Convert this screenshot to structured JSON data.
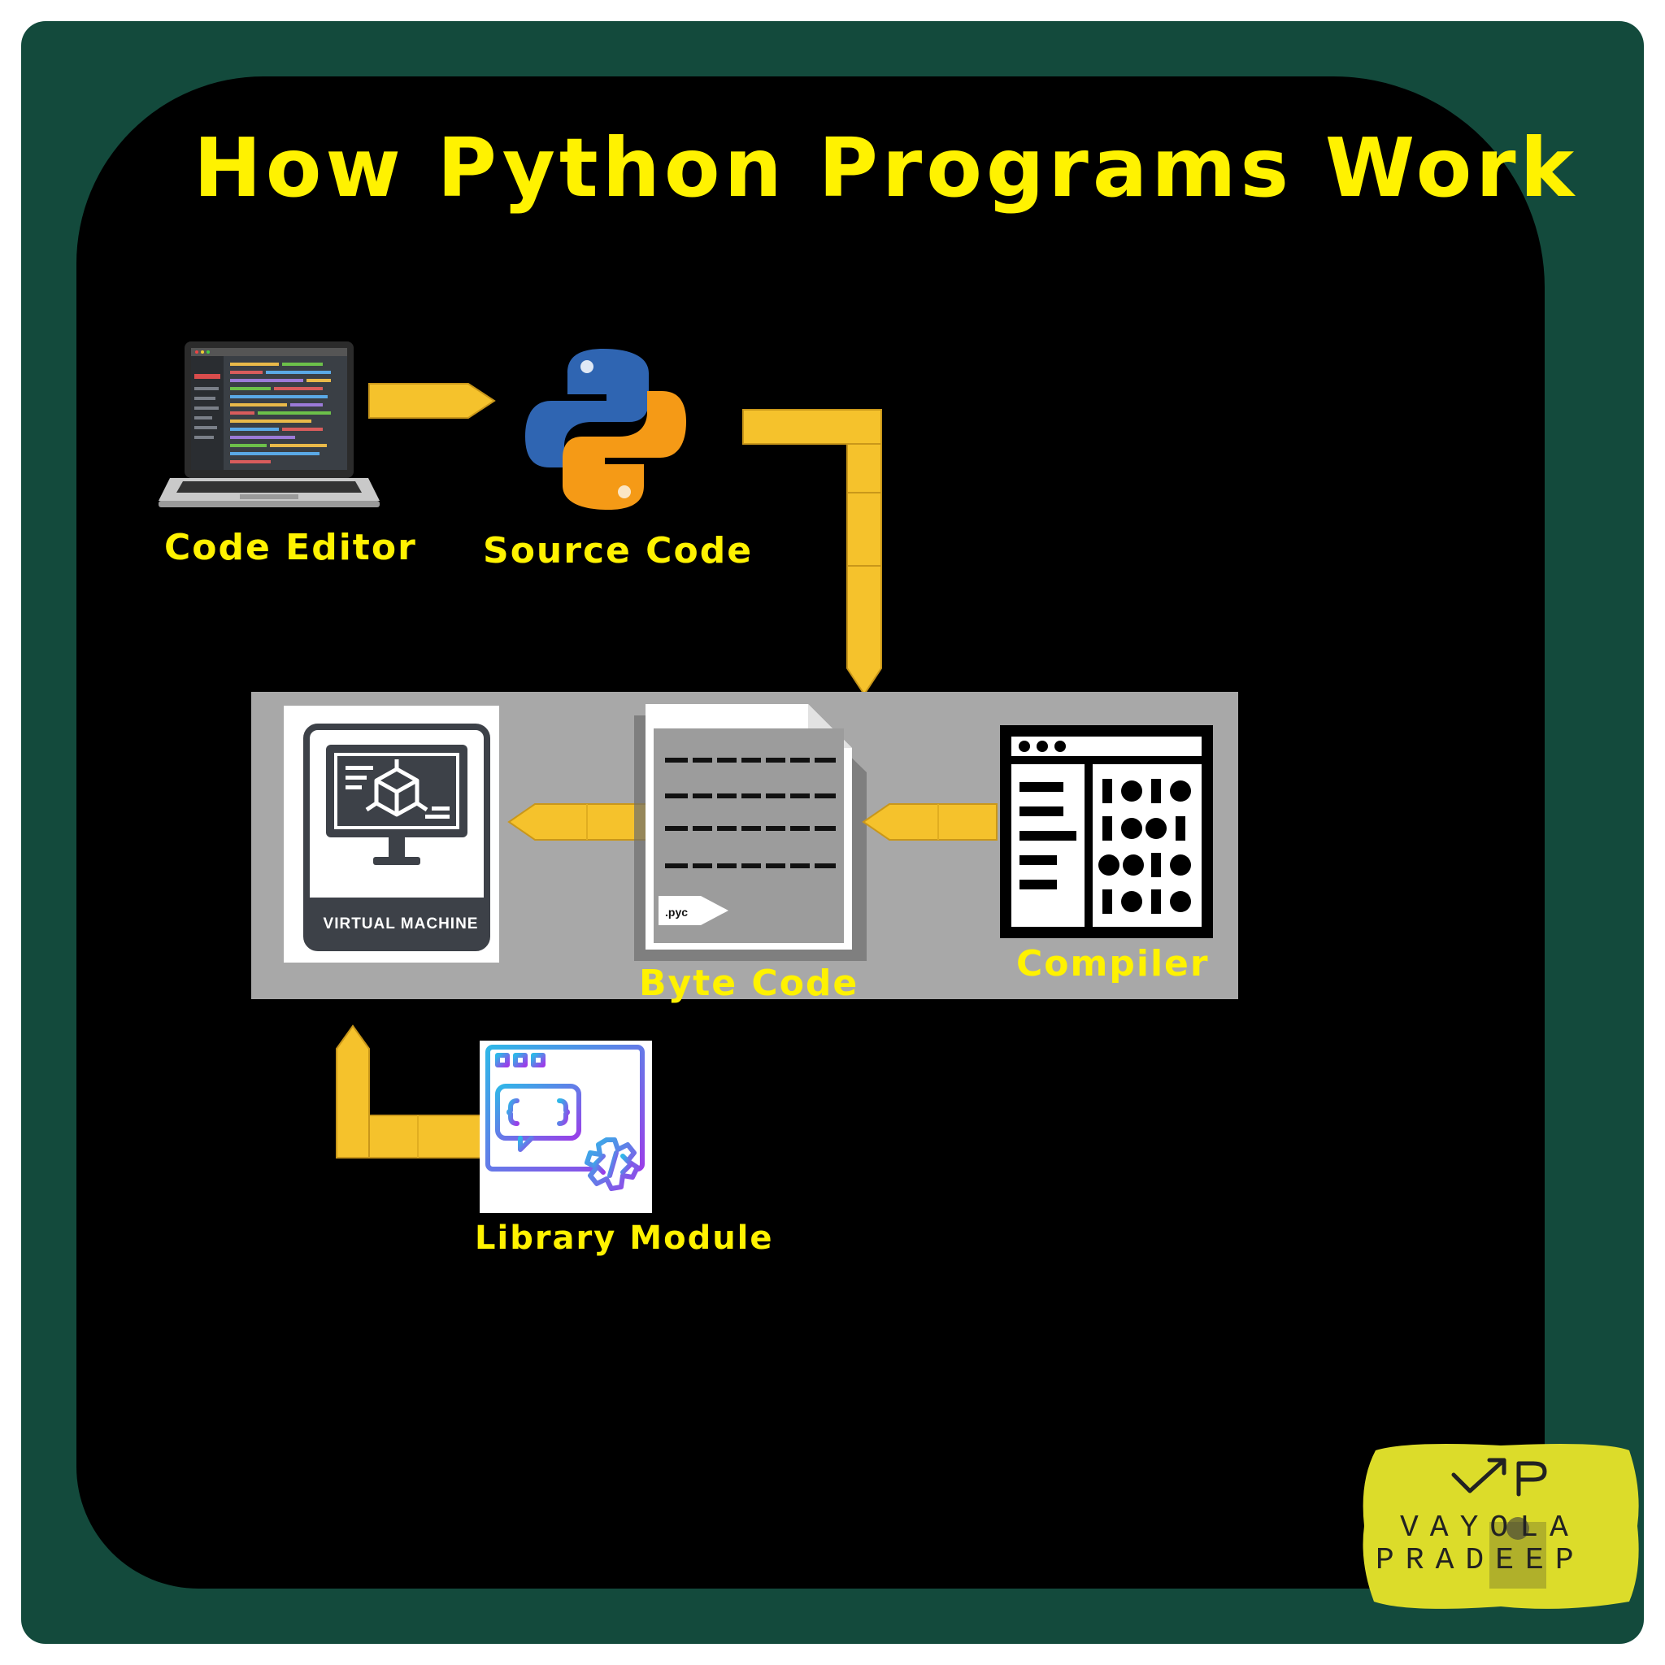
{
  "title": "How Python Programs Work",
  "nodes": {
    "code_editor": "Code Editor",
    "source_code": "Source Code",
    "byte_code": "Byte Code",
    "compiler": "Compiler",
    "virtual_machine": "VIRTUAL MACHINE",
    "library_module": "Library Module",
    "pyc_tag": ".pyc"
  },
  "logo": {
    "line1": "VAYOLA",
    "line2": "PRADEEP",
    "mark": "VP"
  },
  "colors": {
    "background": "#134a3c",
    "panel": "#000000",
    "accent_yellow": "#fff200",
    "arrow": "#f5c22c",
    "process_box": "#a8a8a8",
    "python_blue": "#2f65b2",
    "python_orange": "#f59a16"
  },
  "flow": [
    "Code Editor",
    "Source Code",
    "Compiler",
    "Byte Code",
    "VIRTUAL MACHINE",
    "Library Module"
  ]
}
